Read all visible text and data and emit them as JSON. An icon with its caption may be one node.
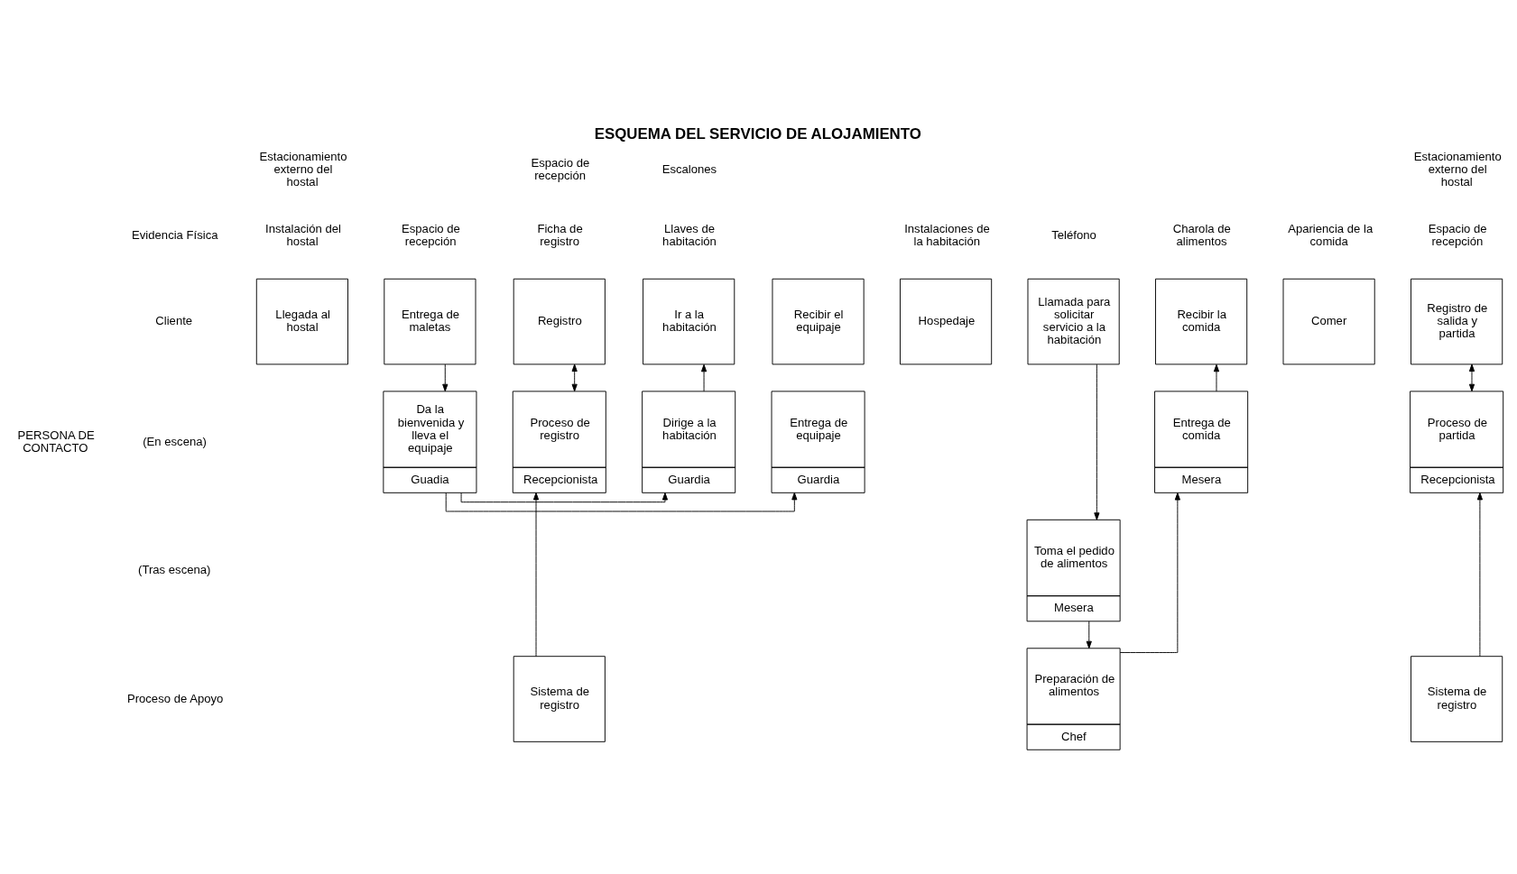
{
  "diagram": {
    "title": "ESQUEMA DEL SERVICIO DE ALOJAMIENTO",
    "nodes": [
      {
        "text": [
          "Llegada al hostal"
        ]
      },
      {
        "text": [
          "Entrega de maletas"
        ]
      },
      {
        "text": [
          "Registro"
        ]
      },
      {
        "text": [
          "Ir a la habitación"
        ]
      },
      {
        "text": [
          "Recibir el equipaje"
        ]
      },
      {
        "text": [
          "Hospedaje"
        ]
      },
      {
        "text": [
          "Llamada para solicitar servicio a la habitación"
        ]
      },
      {
        "text": [
          "Recibir la comida"
        ]
      },
      {
        "text": [
          "Comer"
        ]
      },
      {
        "text": [
          "Registro de salida y partida"
        ]
      },
      {
        "text": [
          "Da la bienvenida y lleva el equipaje",
          "Guadia"
        ]
      },
      {
        "text": [
          "Proceso de registro",
          "Recepcionista"
        ]
      },
      {
        "text": [
          "Dirige a la habitación",
          "Guardia"
        ]
      },
      {
        "text": [
          "Entrega de equipaje",
          "Guardia"
        ]
      },
      {
        "text": [
          "Toma el pedido de alimentos",
          "Mesera"
        ]
      },
      {
        "text": [
          "Proceso de partida",
          "Recepcionista"
        ]
      },
      {
        "text": [
          "Entrega de comida",
          "Mesera"
        ]
      },
      {
        "text": [
          "Sistema de registro"
        ]
      },
      {
        "text": [
          "Preparación de alimentos",
          "Chef"
        ]
      },
      {
        "text": [
          "Sistema de registro"
        ]
      }
    ],
    "edges": [
      {
        "from": 1,
        "to": 10,
        "arrow": "to"
      },
      {
        "from": 2,
        "to": 11,
        "arrow": "both"
      },
      {
        "from": 12,
        "to": 3,
        "arrow": "to"
      },
      {
        "from": 10,
        "to": 12,
        "arrow": "to"
      },
      {
        "from": 10,
        "to": 13,
        "arrow": "to"
      },
      {
        "from": 17,
        "to": 11,
        "arrow": "to"
      },
      {
        "from": 6,
        "to": 14,
        "arrow": "to"
      },
      {
        "from": 14,
        "to": 18,
        "arrow": "to"
      },
      {
        "from": 18,
        "to": 16,
        "arrow": "to"
      },
      {
        "from": 16,
        "to": 7,
        "arrow": "to"
      },
      {
        "from": 9,
        "to": 15,
        "arrow": "both"
      },
      {
        "from": 19,
        "to": 15,
        "arrow": "to"
      }
    ],
    "labels": [
      "Evidencia Física",
      "Estacionamiento externo del hostal",
      "Espacio de recepción",
      "Escalones",
      "Estacionamiento externo del hostal",
      "Instalación del hostal",
      "Espacio de recepción",
      "Ficha de registro",
      "Llaves de habitación",
      "Instalaciones de la habitación",
      "Teléfono",
      "Charola de alimentos",
      "Apariencia de la comida",
      "Espacio de recepción",
      "Cliente",
      "PERSONA DE CONTACTO",
      "(En escena)",
      "(Tras escena)",
      "Proceso de Apoyo"
    ]
  }
}
